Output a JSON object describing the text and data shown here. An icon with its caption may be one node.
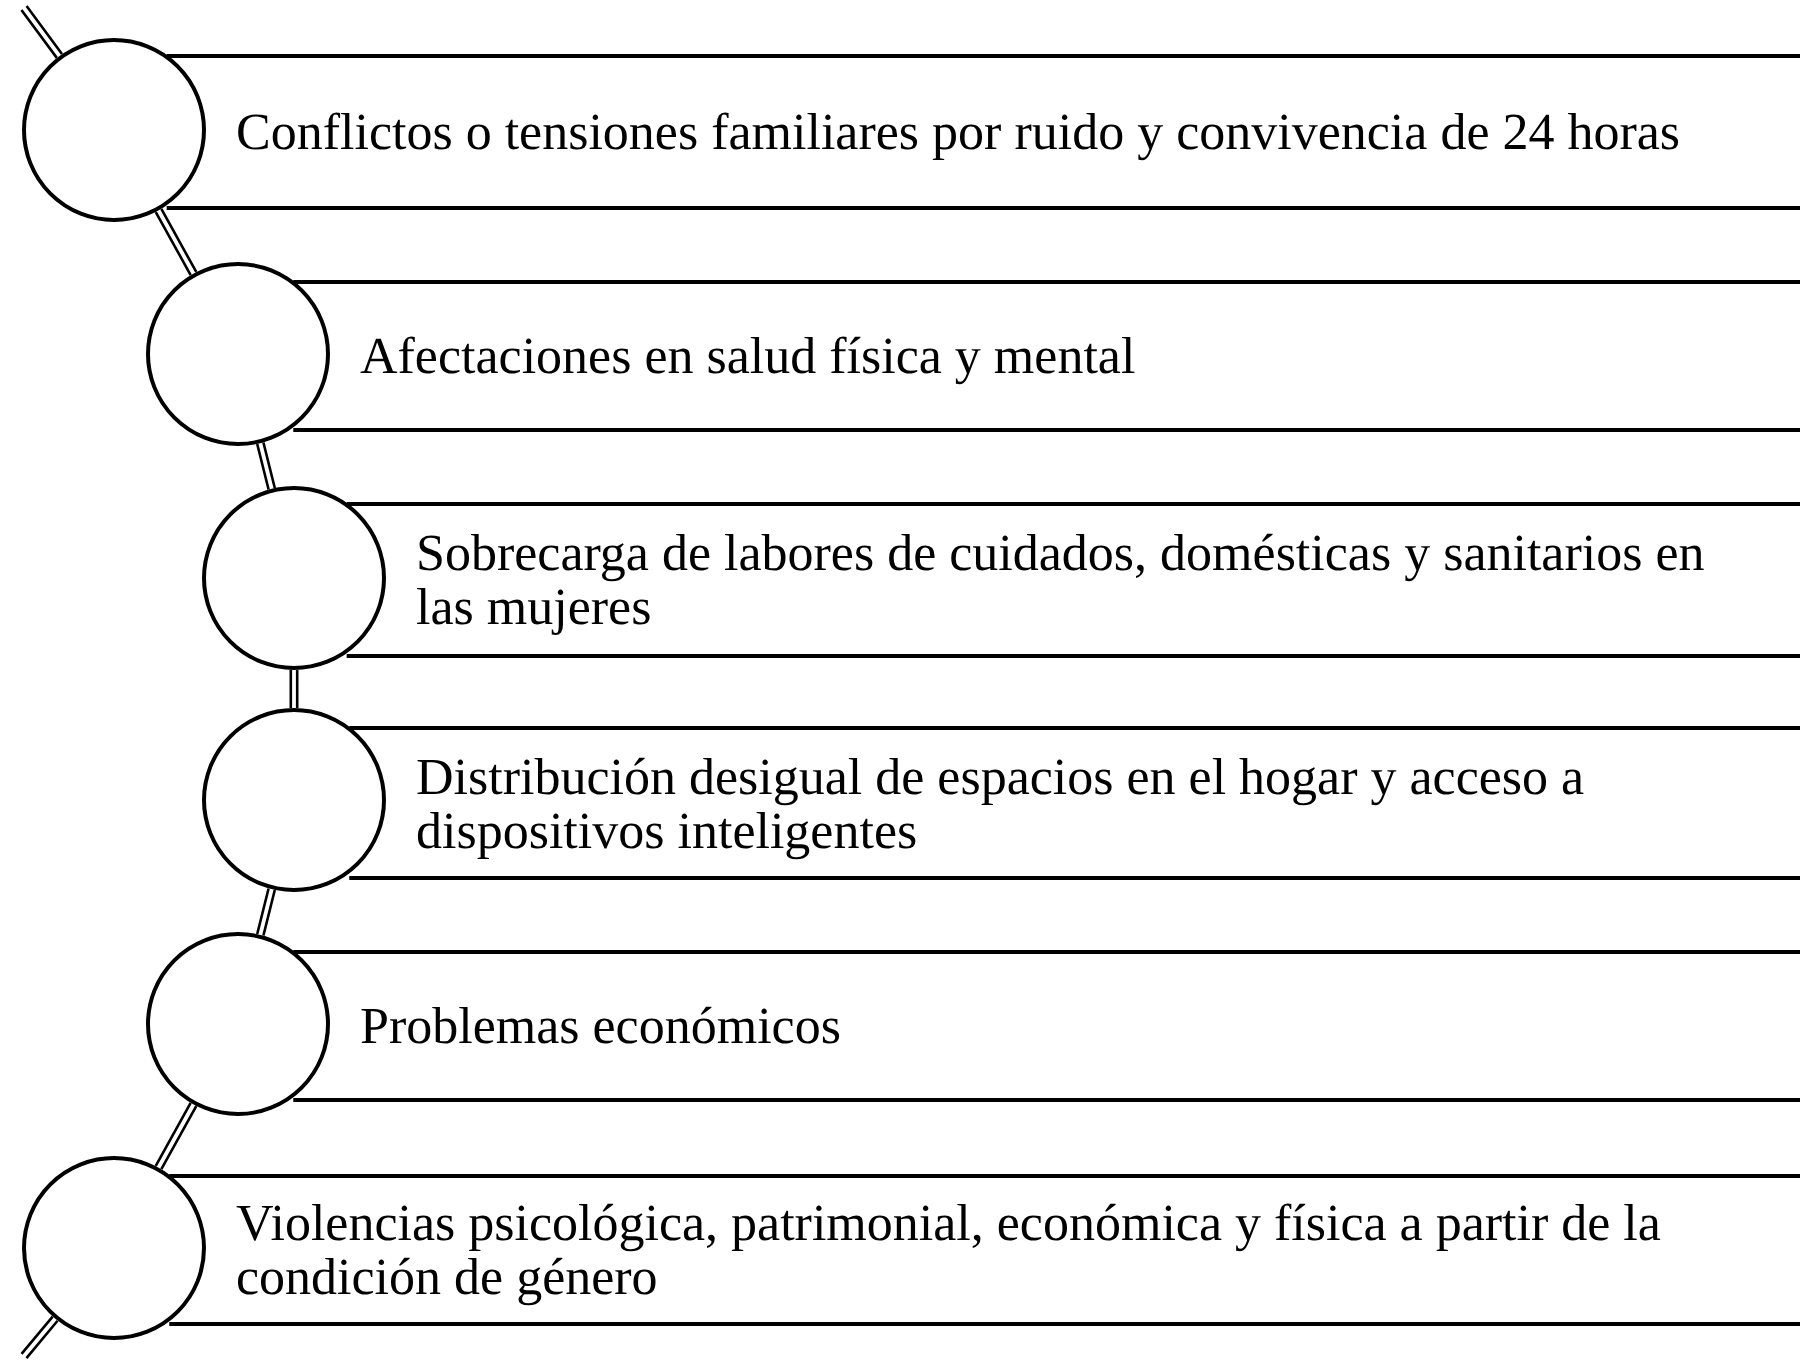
{
  "diagram": {
    "nodes": [
      {
        "text": [],
        "shape": "circle"
      },
      {
        "text": [
          "Conflictos o tensiones familiares por ruido y convivencia de 24 horas"
        ]
      },
      {
        "text": [],
        "shape": "circle"
      },
      {
        "text": [
          "Afectaciones en salud física y mental"
        ]
      },
      {
        "text": [],
        "shape": "circle"
      },
      {
        "text": [
          "Sobrecarga de labores de cuidados, domésticas y sanitarios en las mujeres"
        ]
      },
      {
        "text": [],
        "shape": "circle"
      },
      {
        "text": [
          "Distribución desigual de espacios en el hogar y acceso a dispositivos inteligentes"
        ]
      },
      {
        "text": [],
        "shape": "circle"
      },
      {
        "text": [
          "Problemas económicos"
        ]
      },
      {
        "text": [],
        "shape": "circle"
      },
      {
        "text": [
          "Violencias psicológica, patrimonial, económica y física a partir de la condición de género"
        ]
      }
    ],
    "edges": [
      {
        "from": null,
        "to": 0,
        "arrow": "none"
      },
      {
        "from": 0,
        "to": 2,
        "arrow": "none"
      },
      {
        "from": 2,
        "to": 4,
        "arrow": "none"
      },
      {
        "from": 4,
        "to": 6,
        "arrow": "none"
      },
      {
        "from": 6,
        "to": 8,
        "arrow": "none"
      },
      {
        "from": 8,
        "to": 10,
        "arrow": "none"
      },
      {
        "from": 10,
        "to": null,
        "arrow": "none"
      }
    ]
  }
}
